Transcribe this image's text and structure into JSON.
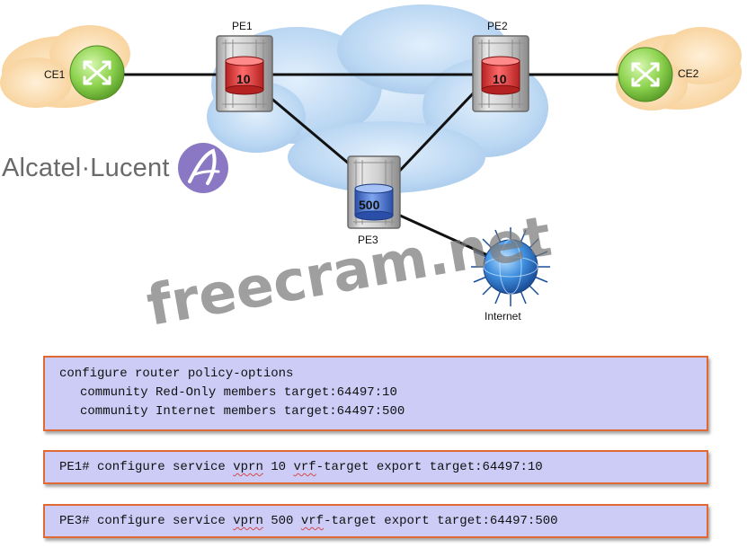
{
  "nodes": {
    "ce1": "CE1",
    "ce2": "CE2",
    "pe1": "PE1",
    "pe2": "PE2",
    "pe3": "PE3",
    "internet": "Internet"
  },
  "vrf": {
    "pe1": "10",
    "pe2": "10",
    "pe3": "500"
  },
  "brand": {
    "text": "Alcatel·Lucent"
  },
  "watermark": "freecram.net",
  "config": {
    "box1": [
      "configure router policy-options",
      "community Red-Only members target:64497:10",
      "community Internet members target:64497:500"
    ],
    "box2": {
      "pre": "PE1# configure service ",
      "w1": "vprn",
      "mid": " 10 ",
      "w2": "vrf",
      "post": "-target export target:64497:10"
    },
    "box3": {
      "pre": "PE3# configure service ",
      "w1": "vprn",
      "mid": " 500 ",
      "w2": "vrf",
      "post": "-target export target:64497:500"
    }
  },
  "colors": {
    "vrf_red": "#e23a3a",
    "vrf_blue": "#3f6fd0",
    "box_fill": "#ccccf6",
    "box_border": "#e06a35",
    "cloud_blue": "#b9d6f2",
    "cloud_orange": "#fbd9a8",
    "brand_purple": "#8a78c4"
  }
}
